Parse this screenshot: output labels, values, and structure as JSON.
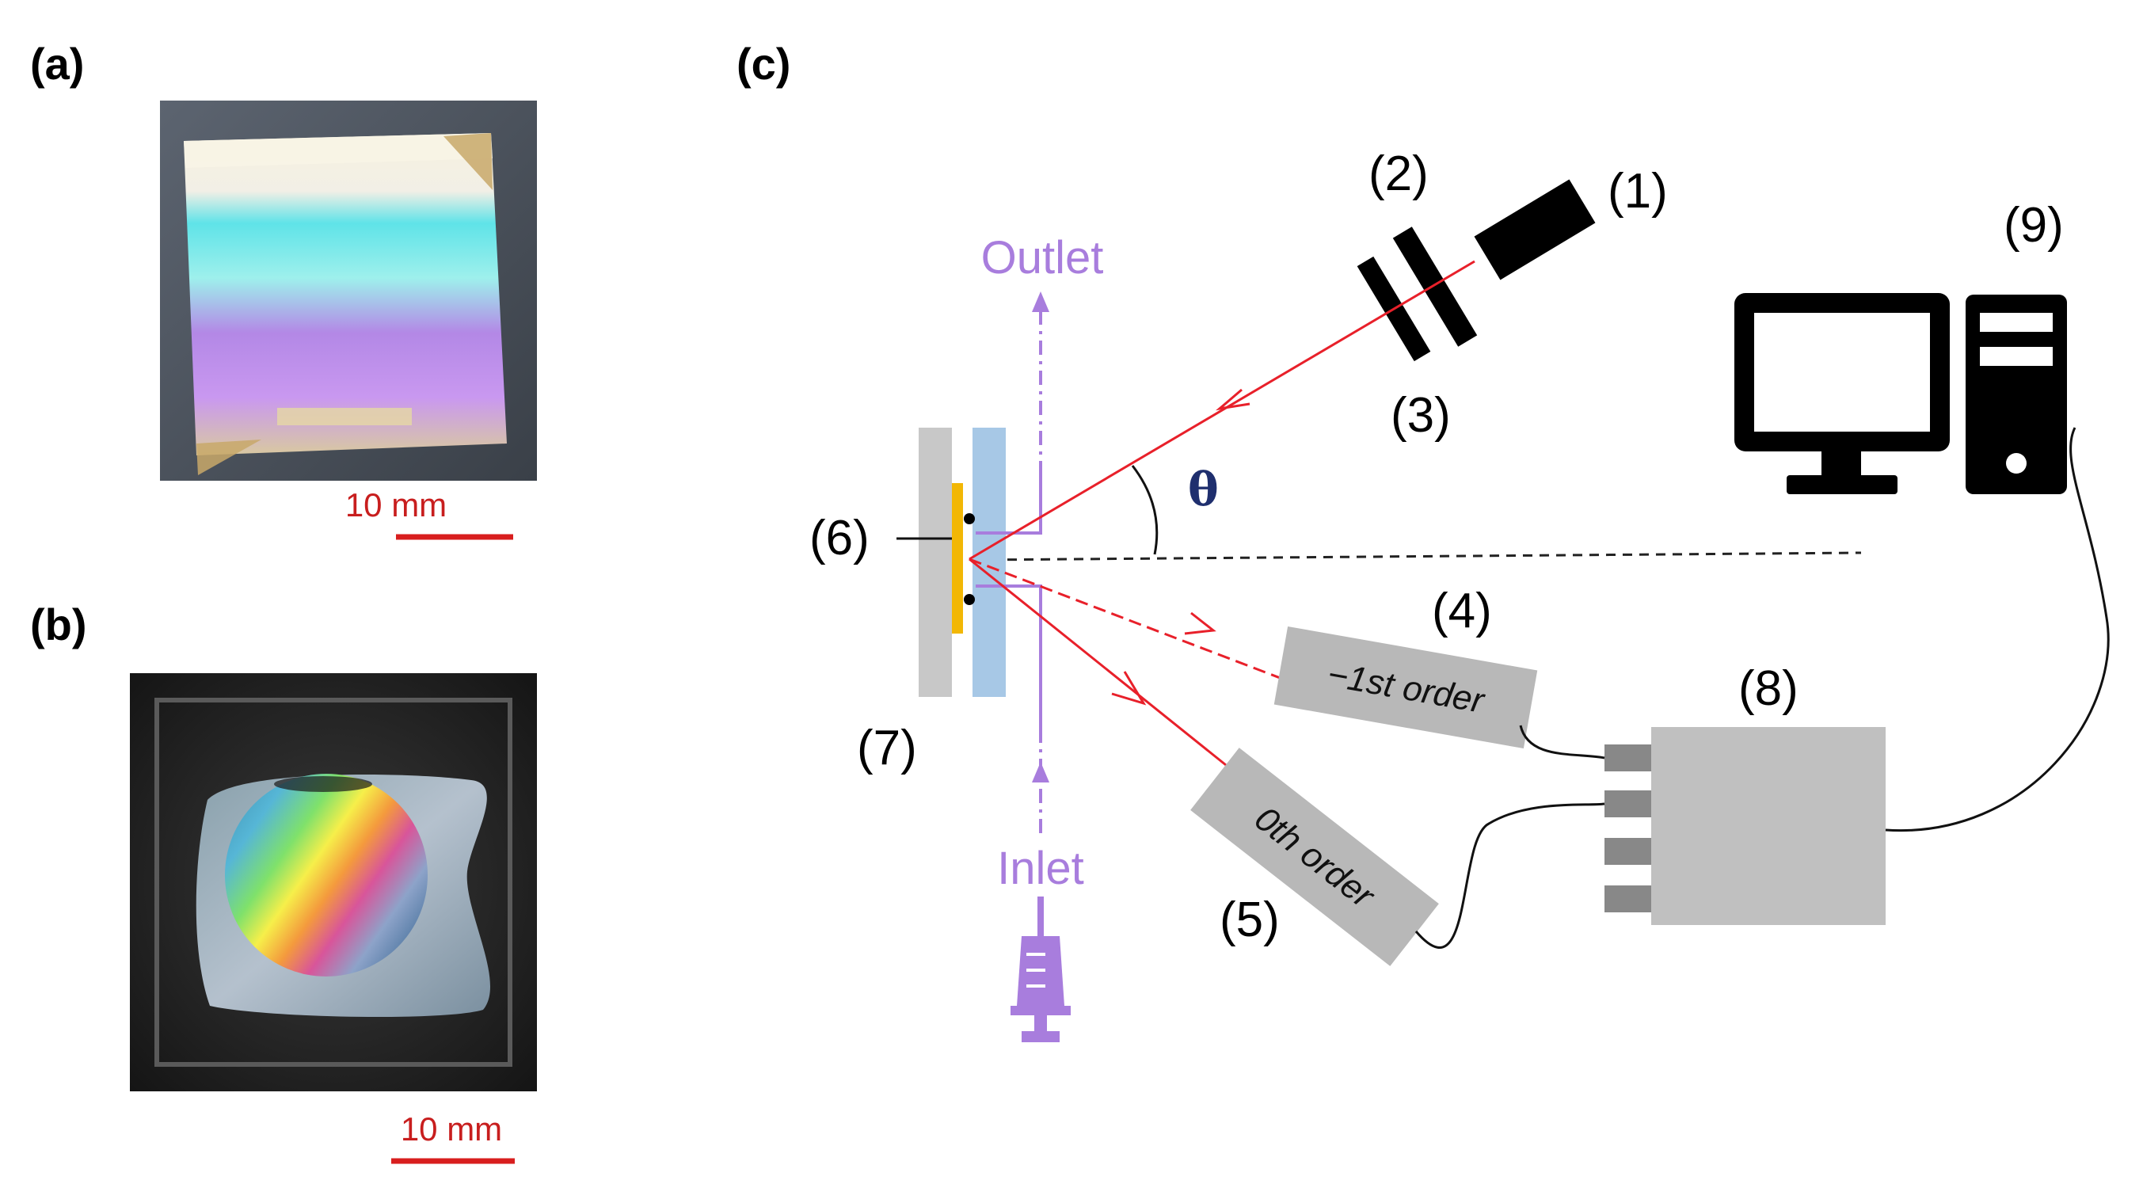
{
  "panels": {
    "a": "(a)",
    "b": "(b)",
    "c": "(c)"
  },
  "scale_bars": {
    "a": "10 mm",
    "b": "10 mm"
  },
  "diagram": {
    "outlet": "Outlet",
    "inlet": "Inlet",
    "theta": "θ",
    "labels": {
      "n1": "(1)",
      "n2": "(2)",
      "n3": "(3)",
      "n4": "(4)",
      "n5": "(5)",
      "n6": "(6)",
      "n7": "(7)",
      "n8": "(8)",
      "n9": "(9)"
    },
    "detector_minus1": "−1st order",
    "detector_zero": "0th order"
  },
  "colors": {
    "laser": "#e8202a",
    "fluid": "#a87ddd",
    "substrate_gray": "#c8c8c8",
    "substrate_blue": "#a7c8e6",
    "gold_film": "#f2b705",
    "detector_gray": "#b8b8b8",
    "scale_red": "#d81e1e"
  }
}
